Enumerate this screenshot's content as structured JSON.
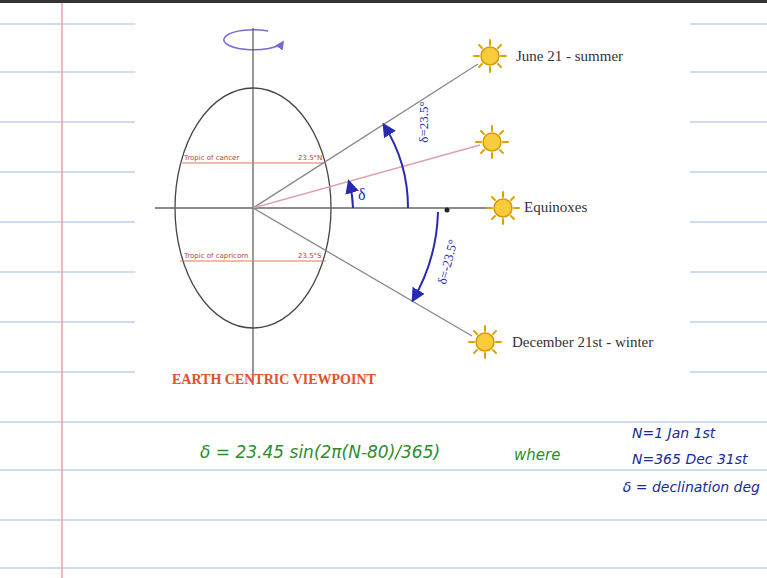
{
  "diagram": {
    "labels": [
      "Tropic of cancer",
      "23.5°N",
      "Tropic of capricorn",
      "23.5°S",
      "June 21 - summer",
      "Equinoxes",
      "December 21st - winter",
      "δ=23.5°",
      "δ",
      "δ=-23.5°",
      "EARTH CENTRIC VIEWPOINT",
      "δ = 23.45 sin(2π(N-80)/365)",
      "where",
      "N=1 Jan 1st",
      "N=365 Dec 31st",
      "δ = declination deg"
    ]
  }
}
